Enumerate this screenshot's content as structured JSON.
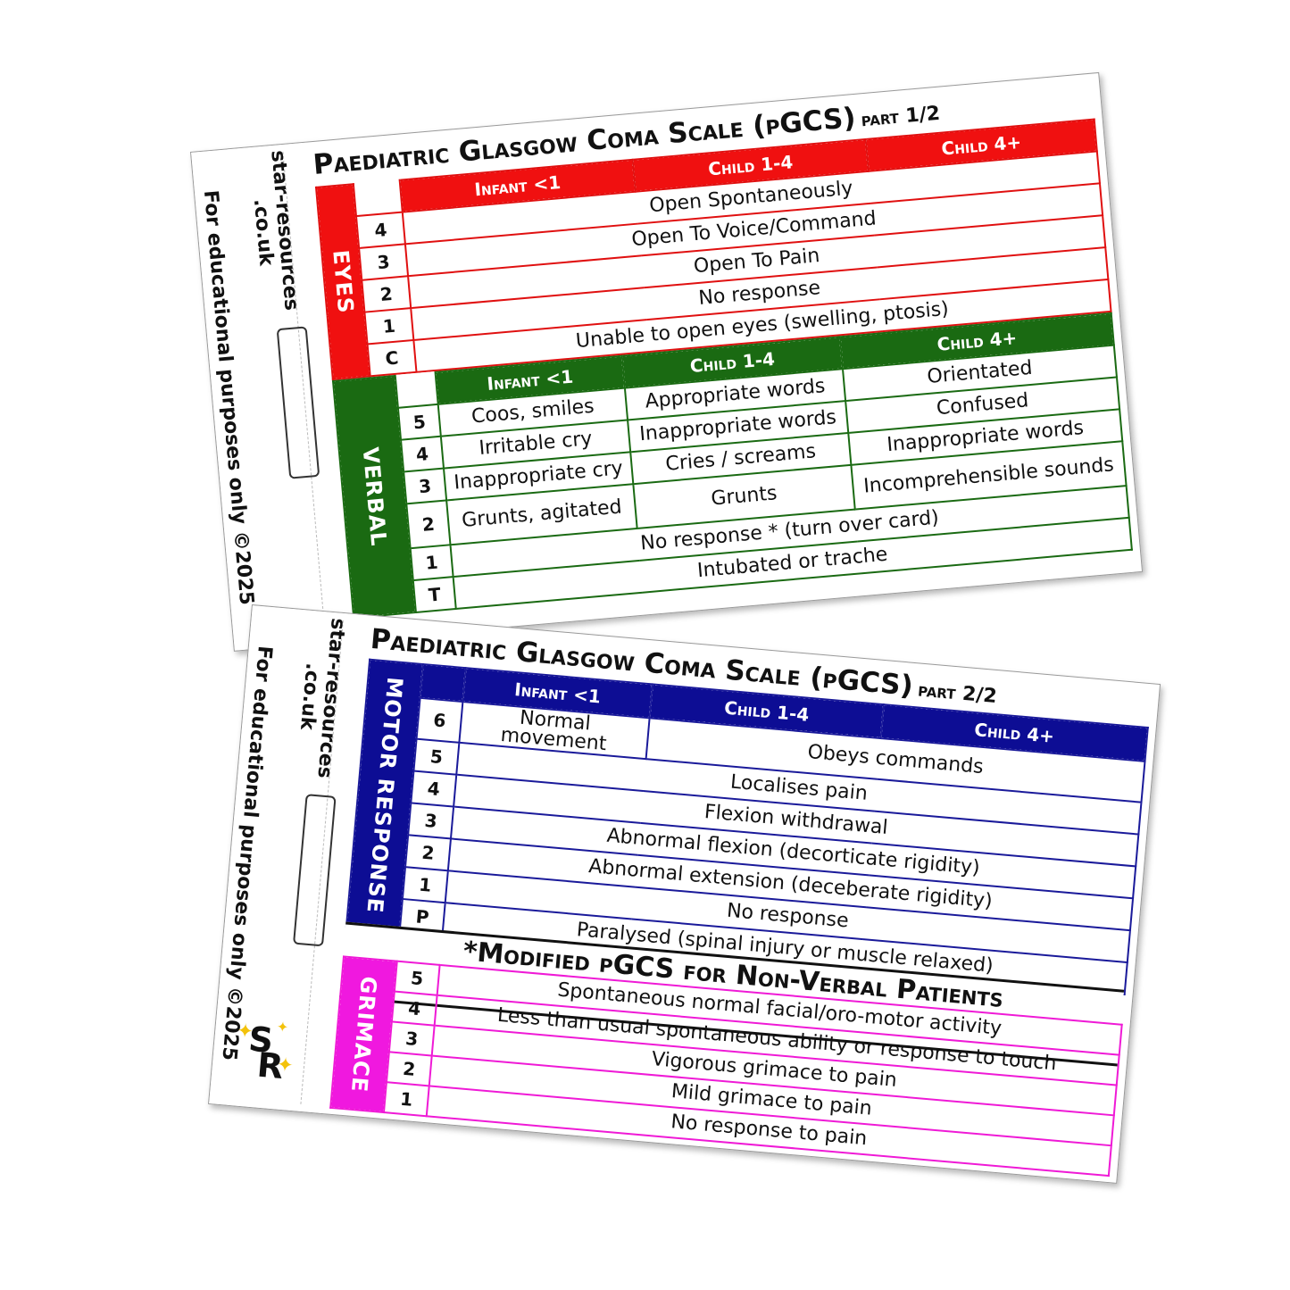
{
  "site_line1": "star-resources",
  "site_line2": ".co.uk",
  "side_note": "For educational purposes only ©2025",
  "logo_letters": [
    "S",
    "R"
  ],
  "card1": {
    "title": "Paediatric Glasgow Coma Scale (pGCS)",
    "part": "part 1/2",
    "eyes": {
      "section": "EYES",
      "headers": [
        "Infant <1",
        "Child 1-4",
        "Child 4+"
      ],
      "rows": [
        {
          "score": "4",
          "text": "Open Spontaneously"
        },
        {
          "score": "3",
          "text": "Open To Voice/Command"
        },
        {
          "score": "2",
          "text": "Open To Pain"
        },
        {
          "score": "1",
          "text": "No response"
        },
        {
          "score": "C",
          "text": "Unable to open eyes (swelling, ptosis)"
        }
      ]
    },
    "verbal": {
      "section": "VERBAL",
      "headers": [
        "Infant <1",
        "Child 1-4",
        "Child 4+"
      ],
      "rows": [
        {
          "score": "5",
          "infant": "Coos, smiles",
          "child14": "Appropriate words",
          "child4": "Orientated"
        },
        {
          "score": "4",
          "infant": "Irritable cry",
          "child14": "Inappropriate words",
          "child4": "Confused"
        },
        {
          "score": "3",
          "infant": "Inappropriate cry",
          "child14": "Cries / screams",
          "child4": "Inappropriate words"
        },
        {
          "score": "2",
          "infant": "Grunts, agitated",
          "child14": "Grunts",
          "child4": "Incomprehensible sounds"
        }
      ],
      "row1": {
        "score": "1",
        "text": "No response * (turn over card)"
      },
      "rowT": {
        "score": "T",
        "text": "Intubated or trache"
      }
    }
  },
  "card2": {
    "title": "Paediatric Glasgow Coma Scale (pGCS)",
    "part": "part 2/2",
    "motor": {
      "section": "MOTOR RESPONSE",
      "headers": [
        "Infant <1",
        "Child 1-4",
        "Child 4+"
      ],
      "row6": {
        "score": "6",
        "infant": "Normal movement",
        "child": "Obeys commands"
      },
      "rows": [
        {
          "score": "5",
          "text": "Localises pain"
        },
        {
          "score": "4",
          "text": "Flexion withdrawal"
        },
        {
          "score": "3",
          "text": "Abnormal flexion (decorticate rigidity)"
        },
        {
          "score": "2",
          "text": "Abnormal extension (deceberate rigidity)"
        },
        {
          "score": "1",
          "text": "No response"
        },
        {
          "score": "P",
          "text": "Paralysed (spinal injury or muscle relaxed)"
        }
      ]
    },
    "banner": "*Modified pGCS for Non-Verbal Patients",
    "grimace": {
      "section": "GRIMACE",
      "rows": [
        {
          "score": "5",
          "text": "Spontaneous normal facial/oro-motor activity"
        },
        {
          "score": "4",
          "text": "Less than usual spontaneous ability or response to touch"
        },
        {
          "score": "3",
          "text": "Vigorous grimace to pain"
        },
        {
          "score": "2",
          "text": "Mild grimace to pain"
        },
        {
          "score": "1",
          "text": "No response to pain"
        }
      ]
    }
  }
}
